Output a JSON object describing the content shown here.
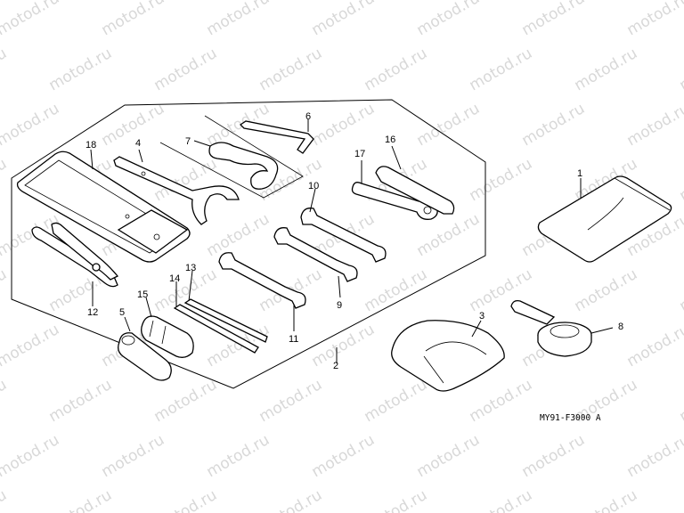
{
  "watermark": "motod.ru",
  "diagram_code": "MY91-F3000 A",
  "callouts": {
    "c1": "1",
    "c2": "2",
    "c3": "3",
    "c4": "4",
    "c5": "5",
    "c6": "6",
    "c7": "7",
    "c8": "8",
    "c9": "9",
    "c10": "10",
    "c11": "11",
    "c12": "12",
    "c13": "13",
    "c14": "14",
    "c15": "15",
    "c16": "16",
    "c17": "17",
    "c18": "18"
  }
}
